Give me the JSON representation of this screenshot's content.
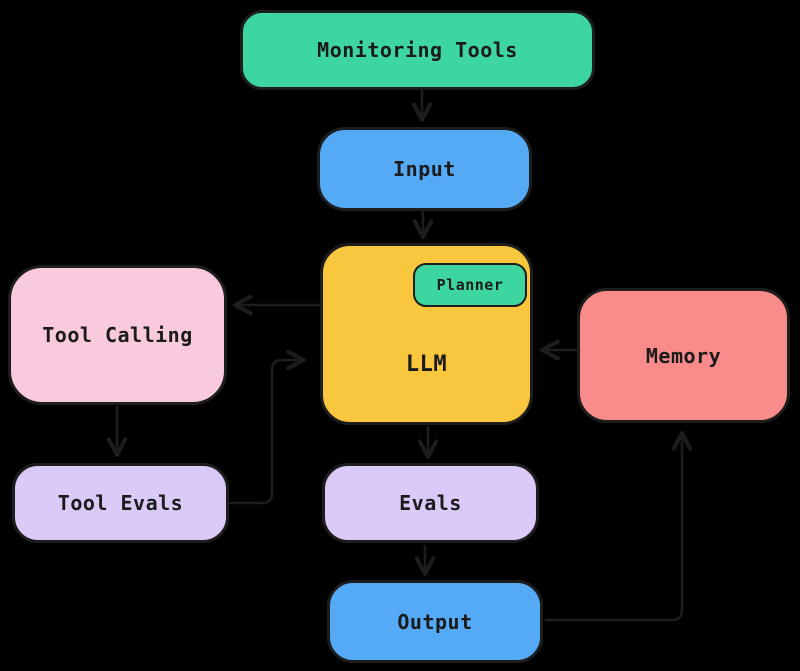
{
  "diagram": {
    "title": "LLM agent architecture flowchart",
    "background_color": "#000000",
    "stroke_color": "#1d1d1d",
    "text_color": "#1b1b1b",
    "nodes": {
      "monitoring_tools": {
        "label": "Monitoring Tools",
        "fill": "#3ed6a0"
      },
      "input": {
        "label": "Input",
        "fill": "#55aaf5"
      },
      "llm": {
        "label": "LLM",
        "fill": "#f9c73e"
      },
      "planner": {
        "label": "Planner",
        "fill": "#3ed6a0"
      },
      "tool_calling": {
        "label": "Tool Calling",
        "fill": "#f9c9dd"
      },
      "memory": {
        "label": "Memory",
        "fill": "#f98b8b"
      },
      "tool_evals": {
        "label": "Tool Evals",
        "fill": "#dbc9f7"
      },
      "evals": {
        "label": "Evals",
        "fill": "#dbc9f7"
      },
      "output": {
        "label": "Output",
        "fill": "#55aaf5"
      }
    },
    "edges": [
      {
        "from": "Monitoring Tools",
        "to": "Input"
      },
      {
        "from": "Input",
        "to": "LLM"
      },
      {
        "from": "LLM",
        "to": "Tool Calling"
      },
      {
        "from": "Tool Calling",
        "to": "Tool Evals"
      },
      {
        "from": "Tool Evals",
        "to": "LLM"
      },
      {
        "from": "LLM",
        "to": "Evals"
      },
      {
        "from": "Evals",
        "to": "Output"
      },
      {
        "from": "Output",
        "to": "Memory"
      },
      {
        "from": "Memory",
        "to": "LLM"
      }
    ]
  }
}
